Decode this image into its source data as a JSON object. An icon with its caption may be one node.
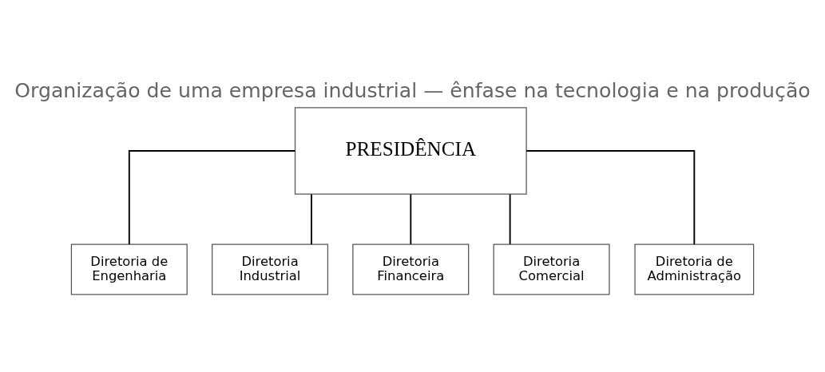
{
  "diagram": {
    "title": "Organização de uma empresa industrial — ênfase na tecnologia e na produção",
    "nodes": [
      {
        "text": [
          "PRESIDÊNCIA"
        ]
      },
      {
        "text": [
          "Diretoria de Engenharia"
        ]
      },
      {
        "text": [
          "Diretoria Industrial"
        ]
      },
      {
        "text": [
          "Diretoria Financeira"
        ]
      },
      {
        "text": [
          "Diretoria Comercial"
        ]
      },
      {
        "text": [
          "Diretoria de Administração"
        ]
      }
    ],
    "edges": [
      {
        "from": 0,
        "to": 1,
        "arrow": "none"
      },
      {
        "from": 0,
        "to": 2,
        "arrow": "none"
      },
      {
        "from": 0,
        "to": 3,
        "arrow": "none"
      },
      {
        "from": 0,
        "to": 4,
        "arrow": "none"
      },
      {
        "from": 0,
        "to": 5,
        "arrow": "none"
      }
    ]
  }
}
